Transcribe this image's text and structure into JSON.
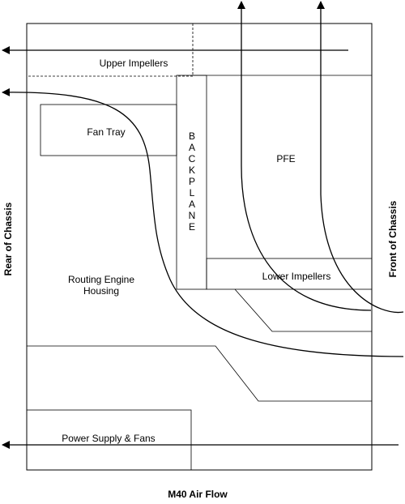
{
  "labels": {
    "upper_impellers": "Upper Impellers",
    "fan_tray": "Fan Tray",
    "backplane": [
      "B",
      "A",
      "C",
      "K",
      "P",
      "L",
      "A",
      "N",
      "E"
    ],
    "pfe": "PFE",
    "lower_impellers": "Lower Impellers",
    "routing_engine_line1": "Routing Engine",
    "routing_engine_line2": "Housing",
    "power_supply": "Power Supply & Fans",
    "rear": "Rear of Chassis",
    "front": "Front of Chassis",
    "caption": "M40 Air Flow"
  }
}
